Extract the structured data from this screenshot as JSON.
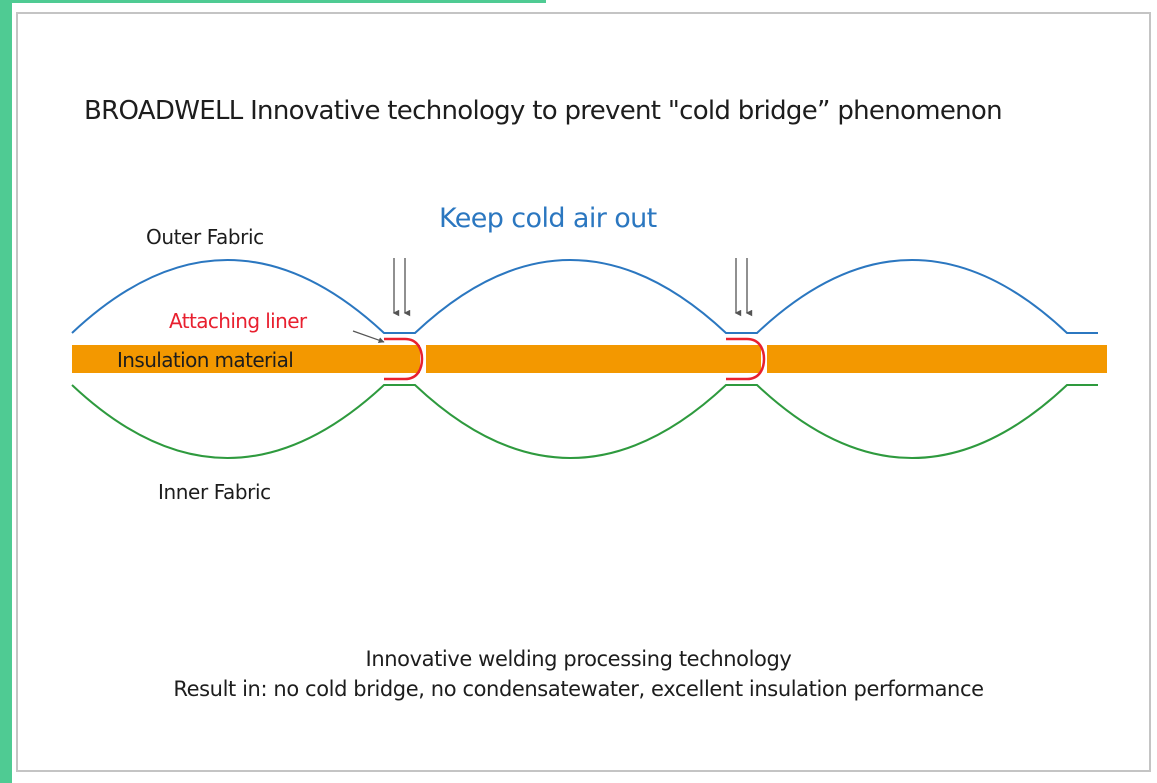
{
  "title": "BROADWELL Innovative technology to prevent \"cold bridge” phenomenon",
  "labels": {
    "outer_fabric": "Outer Fabric",
    "keep_cold_air_out": "Keep cold air out",
    "attaching_liner": "Attaching  liner",
    "insulation_material": "Insulation material",
    "inner_fabric": "Inner Fabric"
  },
  "footer": {
    "line1": "Innovative welding processing technology",
    "line2": "Result in: no cold bridge, no condensatewater, excellent insulation performance"
  },
  "colors": {
    "outer_fabric": "#2b77c0",
    "inner_fabric": "#2e9a3e",
    "insulation": "#f39800",
    "liner": "#e8202f",
    "text": "#1d1d1d",
    "arrow": "#555555",
    "accent": "#4fcb93"
  }
}
